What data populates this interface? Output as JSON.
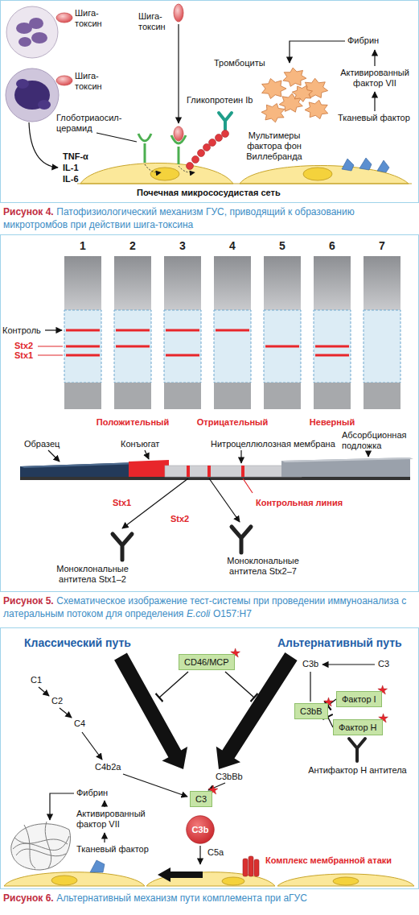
{
  "diagram": {
    "nodes": [
      {
        "text": [
          "CD46/MCP"
        ]
      },
      {
        "text": [
          "C3bB"
        ]
      },
      {
        "text": [
          "Фактор I"
        ]
      },
      {
        "text": [
          "Фактор H"
        ]
      },
      {
        "text": [
          "C3"
        ]
      },
      {
        "text": [
          "C3b"
        ]
      }
    ],
    "edges": [
      {
        "from": 2,
        "to": 1,
        "arrow": "to"
      },
      {
        "from": 3,
        "to": 1,
        "arrow": "to"
      }
    ],
    "labels": [
      "Шига-токсин",
      "Шига-токсин",
      "Шига-токсин",
      "Глоботриаосил-церамид",
      "TNF-α",
      "IL-1",
      "IL-6",
      "Гликопротеин Ib",
      "Мультимеры фактора фон Виллебранда",
      "Тромбоциты",
      "Фибрин",
      "Активированный фактор VII",
      "Тканевый фактор",
      "Почечная микрососудистая сеть",
      "Рисунок 4.",
      "Патофизиологический механизм ГУС, приводящий к образованию микротромбов при действии шига-токсина",
      "1",
      "2",
      "3",
      "4",
      "5",
      "6",
      "7",
      "Контроль",
      "Stx2",
      "Stx1",
      "Положительный",
      "Отрицательный",
      "Неверный",
      "Образец",
      "Конъюгат",
      "Нитроцеллюлозная мембрана",
      "Абсорбционная подложка",
      "Stx1",
      "Stx2",
      "Контрольная линия",
      "Моноклональные антитела Stx1–2",
      "Моноклональные антитела Stx2–7",
      "Рисунок 5.",
      "Схематическое изображение тест-системы при проведении иммуноанализа с латеральным потоком для определения",
      "E.coli",
      "O157:H7",
      "Классический путь",
      "Альтернативный путь",
      "C3b",
      "C3",
      "C1",
      "C2",
      "C4",
      "C4b2a",
      "C3bBb",
      "Антифактор H антитела",
      "Фибрин",
      "Активированный фактор VII",
      "Тканевый фактор",
      "C5a",
      "Комплекс мембранной атаки",
      "Рисунок 6.",
      "Альтернативный механизм пути комплемента при аГУС"
    ]
  }
}
